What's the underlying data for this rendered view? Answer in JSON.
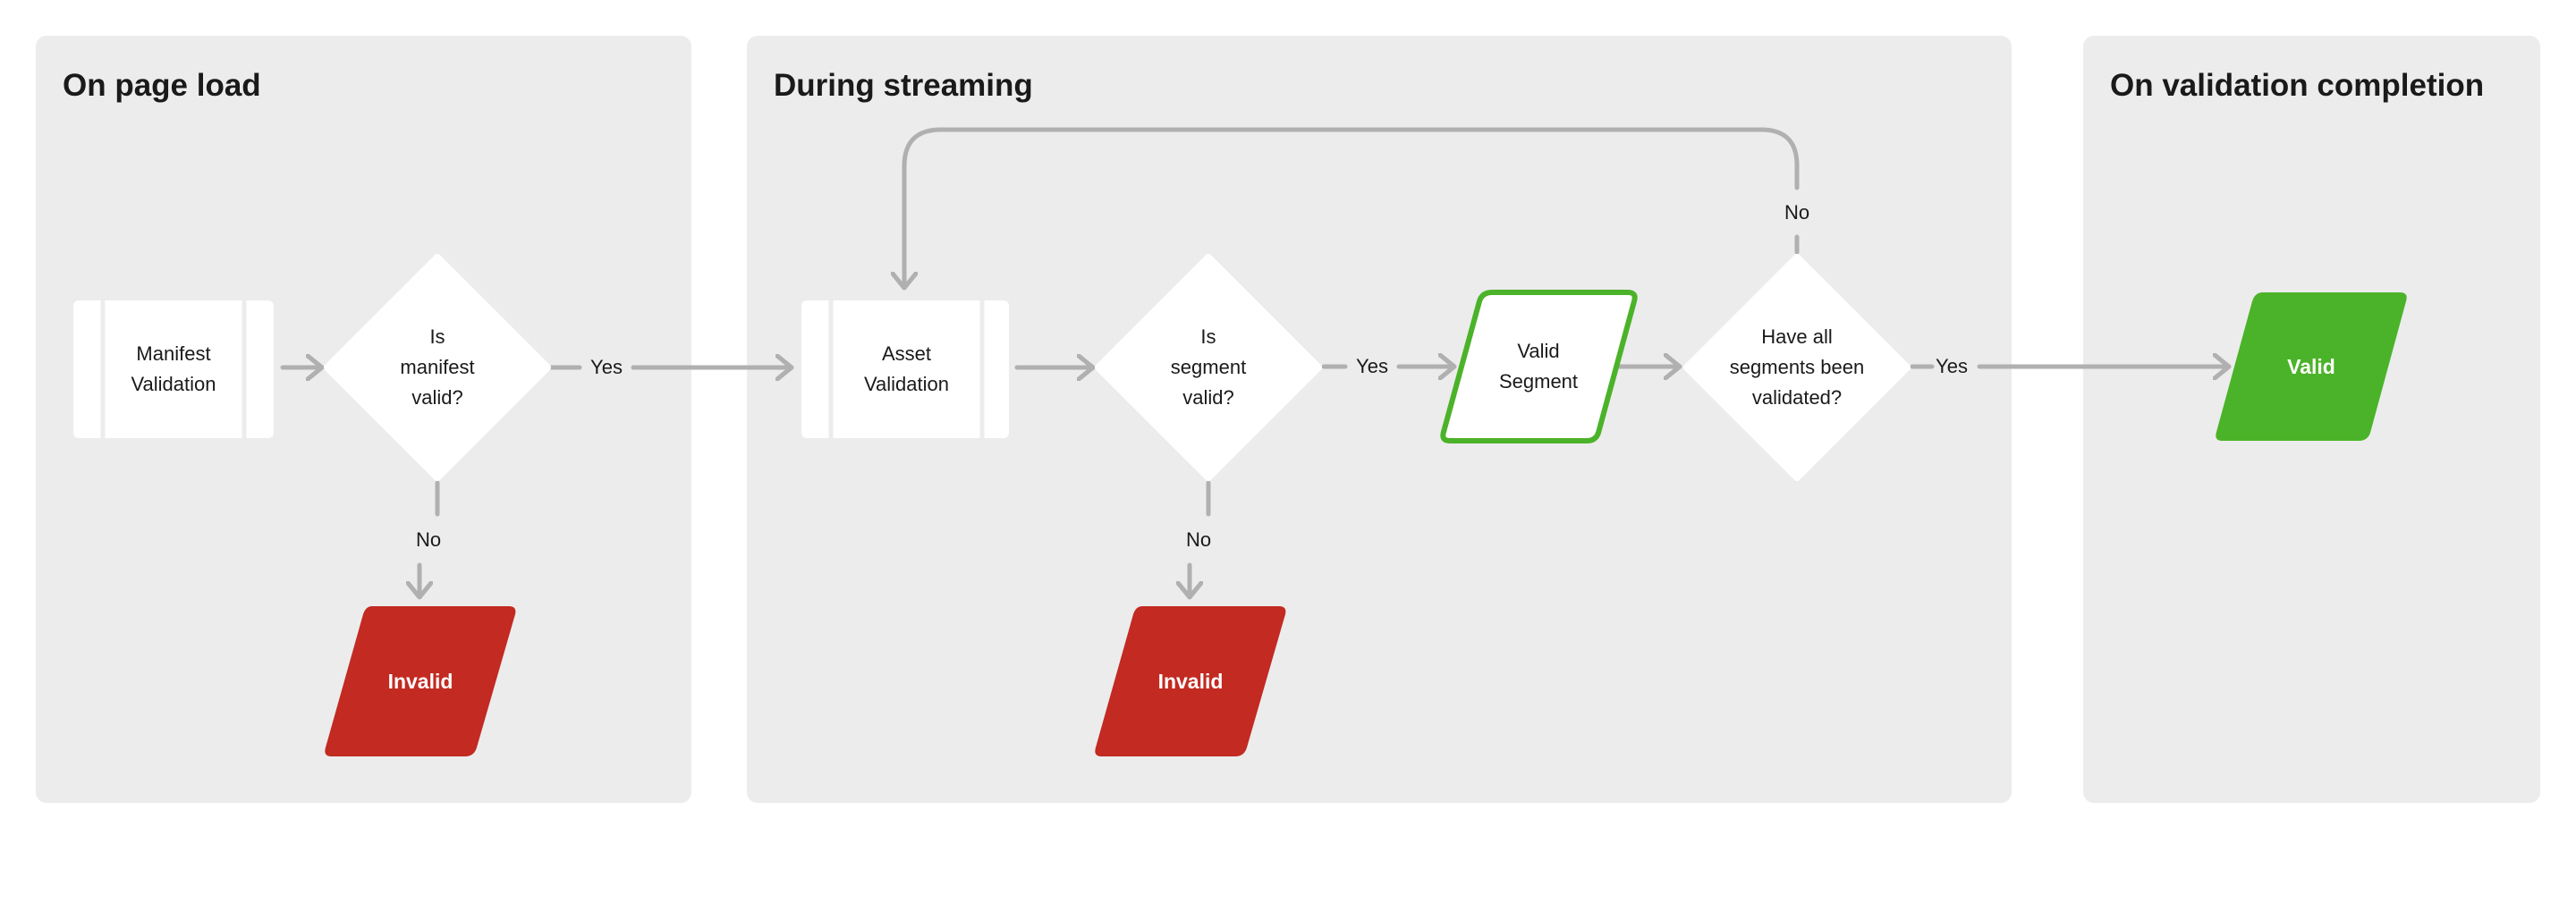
{
  "colors": {
    "panel": "#ececec",
    "connector": "#b0b0b0",
    "invalid": "#c22a22",
    "valid": "#4bb329",
    "node_fill": "#ffffff"
  },
  "panels": {
    "page_load": {
      "title": "On page load"
    },
    "streaming": {
      "title": "During streaming"
    },
    "completion": {
      "title": "On validation completion"
    }
  },
  "nodes": {
    "manifest_validation": "Manifest\nValidation",
    "manifest_valid_q": "Is\nmanifest\nvalid?",
    "invalid_1": "Invalid",
    "asset_validation": "Asset\nValidation",
    "segment_valid_q": "Is\nsegment\nvalid?",
    "invalid_2": "Invalid",
    "valid_segment": "Valid\nSegment",
    "all_validated_q": "Have all\nsegments been\nvalidated?",
    "valid_final": "Valid"
  },
  "edge_labels": {
    "yes_1": "Yes",
    "no_1": "No",
    "yes_2": "Yes",
    "no_2": "No",
    "no_loop": "No",
    "yes_3": "Yes"
  }
}
